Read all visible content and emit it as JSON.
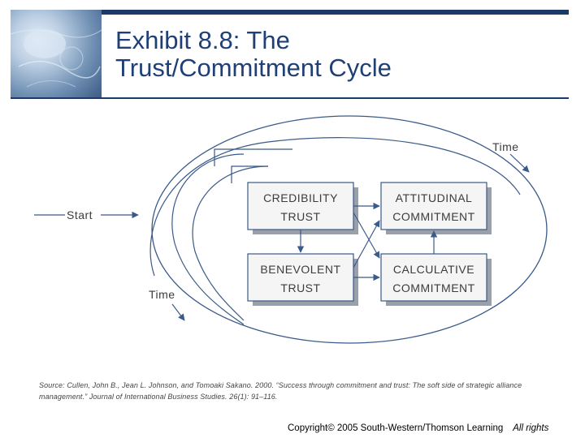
{
  "title": "Exhibit 8.8: The\nTrust/Commitment Cycle",
  "diagram": {
    "start_label": "Start",
    "time_top_label": "Time",
    "time_bottom_label": "Time",
    "boxes": {
      "credibility": [
        "CREDIBILITY",
        "TRUST"
      ],
      "attitudinal": [
        "ATTITUDINAL",
        "COMMITMENT"
      ],
      "benevolent": [
        "BENEVOLENT",
        "TRUST"
      ],
      "calculative": [
        "CALCULATIVE",
        "COMMITMENT"
      ]
    }
  },
  "source_note": "Source: Cullen, John B., Jean L. Johnson, and Tomoaki Sakano. 2000. “Success through commitment and trust: The soft side of strategic alliance management.” Journal of International Business Studies. 26(1): 91–116.",
  "footer": {
    "copyright": "Copyright© 2005 South-Western/Thomson Learning",
    "rights": "All rights"
  },
  "colors": {
    "title": "#1f3f77",
    "rule": "#1a3a6a",
    "box_fill": "#f5f5f5",
    "box_shadow": "#9aa0aa",
    "line": "#3a5a8a"
  }
}
